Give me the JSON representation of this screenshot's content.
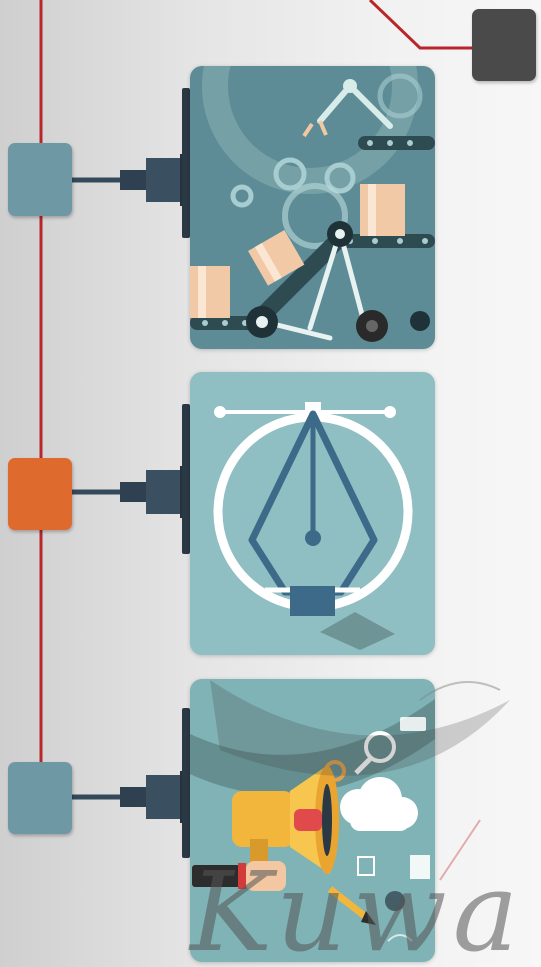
{
  "diagram": {
    "modules": [
      {
        "id": "automation",
        "icon": "factory-gears-icon",
        "node_color": "#6f98a5"
      },
      {
        "id": "design",
        "icon": "pen-tool-icon",
        "node_color": "#df6a2d"
      },
      {
        "id": "marketing",
        "icon": "megaphone-icon",
        "node_color": "#6f98a5"
      }
    ],
    "top_node_color": "#4a4a4a",
    "line_color": "#b9262a",
    "panel_colors": [
      "#5e8c96",
      "#8fbfc2",
      "#7fb3b5"
    ]
  },
  "watermark": {
    "text": "Kuwa"
  }
}
